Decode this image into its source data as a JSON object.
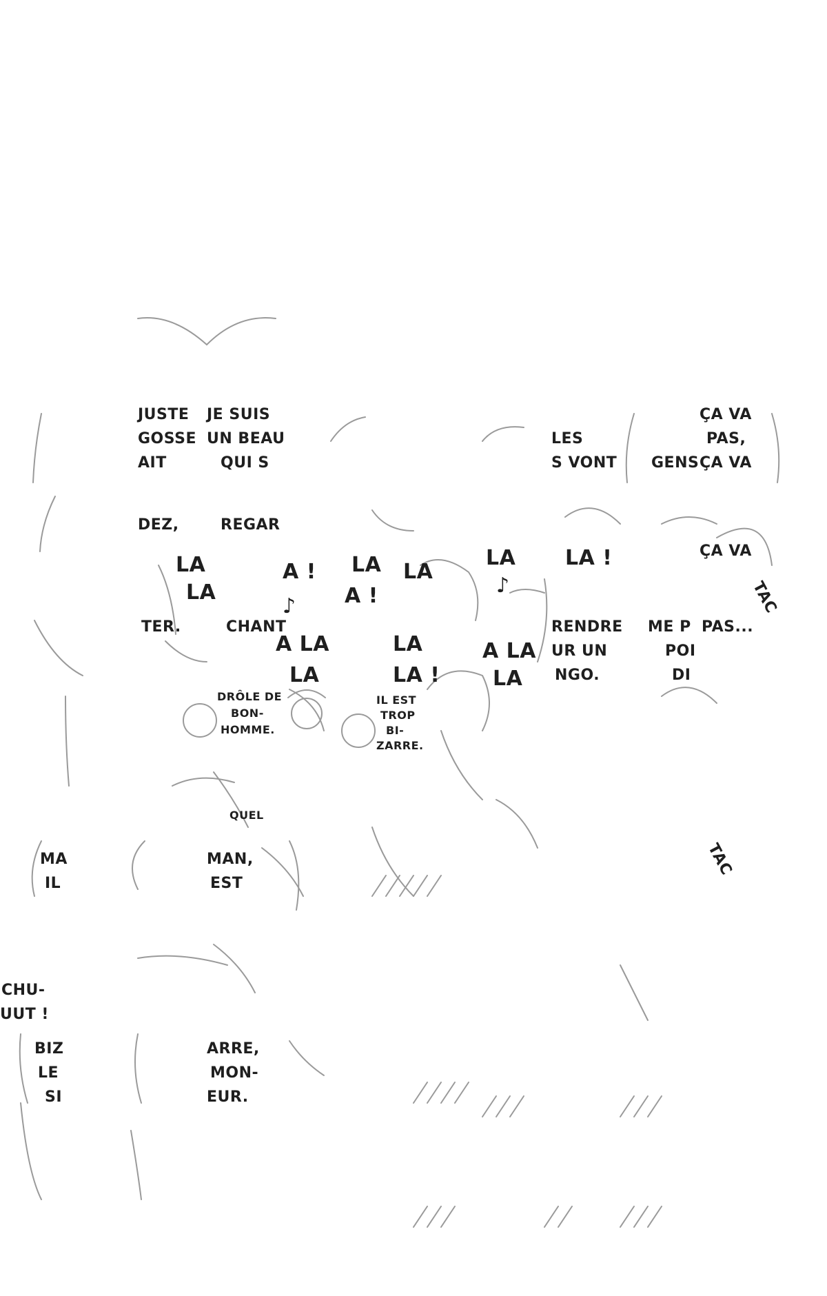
{
  "page": {
    "background": "#ffffff",
    "ink": "#1f1f1f",
    "pencil": "#9a9a9a"
  },
  "texts": [
    {
      "id": "l1",
      "text": "JUSTE"
    },
    {
      "id": "l2",
      "text": "GOSSE"
    },
    {
      "id": "l3",
      "text": "AIT"
    },
    {
      "id": "l4",
      "text": "JE SUIS"
    },
    {
      "id": "l5",
      "text": "UN BEAU"
    },
    {
      "id": "l6",
      "text": "QUI S"
    },
    {
      "id": "l7",
      "text": "LES"
    },
    {
      "id": "l8",
      "text": "S VONT"
    },
    {
      "id": "l9",
      "text": "ÇA VA"
    },
    {
      "id": "l10",
      "text": "PAS,"
    },
    {
      "id": "l11",
      "text": "GENS"
    },
    {
      "id": "l12",
      "text": "ÇA VA"
    },
    {
      "id": "l13",
      "text": "DEZ,"
    },
    {
      "id": "l14",
      "text": "REGAR"
    },
    {
      "id": "l15",
      "text": "ÇA VA"
    },
    {
      "id": "l16",
      "text": "LA"
    },
    {
      "id": "l17",
      "text": "LA"
    },
    {
      "id": "l18",
      "text": "A !"
    },
    {
      "id": "l19",
      "text": "LA"
    },
    {
      "id": "l20",
      "text": "A !"
    },
    {
      "id": "l21",
      "text": "LA"
    },
    {
      "id": "l22",
      "text": "LA"
    },
    {
      "id": "l23",
      "text": "LA !"
    },
    {
      "id": "l24",
      "text": "TER."
    },
    {
      "id": "l25",
      "text": "CHANT"
    },
    {
      "id": "l26",
      "text": "RENDRE"
    },
    {
      "id": "l27",
      "text": "ME P"
    },
    {
      "id": "l28",
      "text": "PAS..."
    },
    {
      "id": "l29",
      "text": "UR UN"
    },
    {
      "id": "l30",
      "text": "NGO."
    },
    {
      "id": "l31",
      "text": "POI"
    },
    {
      "id": "l32",
      "text": "DI"
    },
    {
      "id": "l33",
      "text": "A LA"
    },
    {
      "id": "l34",
      "text": "LA"
    },
    {
      "id": "l35",
      "text": "A LA"
    },
    {
      "id": "l36",
      "text": "LA"
    },
    {
      "id": "l37",
      "text": "LA"
    },
    {
      "id": "l38",
      "text": "LA !"
    },
    {
      "id": "l39",
      "text": "DRÔLE DE"
    },
    {
      "id": "l40",
      "text": "BON-"
    },
    {
      "id": "l41",
      "text": "HOMME."
    },
    {
      "id": "l42",
      "text": "IL EST"
    },
    {
      "id": "l43",
      "text": "TROP"
    },
    {
      "id": "l44",
      "text": "BI-"
    },
    {
      "id": "l45",
      "text": "ZARRE."
    },
    {
      "id": "l46",
      "text": "QUEL"
    },
    {
      "id": "l47",
      "text": "MA"
    },
    {
      "id": "l48",
      "text": "IL"
    },
    {
      "id": "l49",
      "text": "MAN,"
    },
    {
      "id": "l50",
      "text": "EST"
    },
    {
      "id": "l51",
      "text": "CHU-"
    },
    {
      "id": "l52",
      "text": "UUT !"
    },
    {
      "id": "l53",
      "text": "BIZ"
    },
    {
      "id": "l54",
      "text": "LE"
    },
    {
      "id": "l55",
      "text": "SI"
    },
    {
      "id": "l56",
      "text": "ARRE,"
    },
    {
      "id": "l57",
      "text": "MON-"
    },
    {
      "id": "l58",
      "text": "EUR."
    },
    {
      "id": "l59",
      "text": "TAC"
    },
    {
      "id": "l60",
      "text": "TAC"
    },
    {
      "id": "l61",
      "text": "♪"
    },
    {
      "id": "l62",
      "text": "♪"
    }
  ]
}
